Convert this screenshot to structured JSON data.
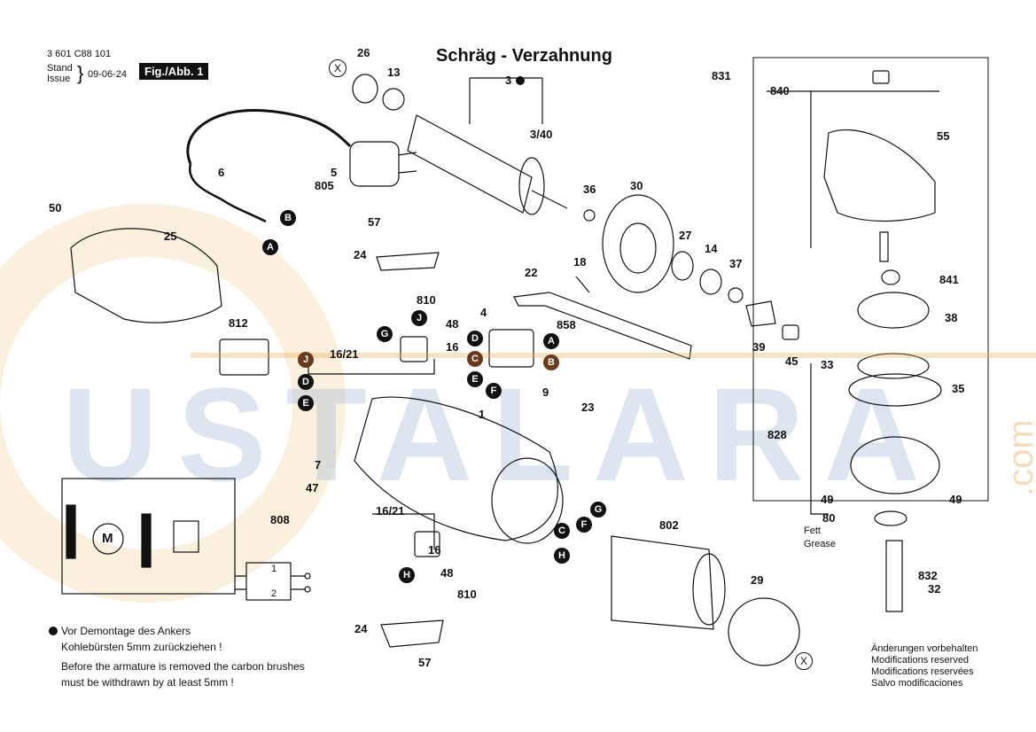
{
  "header": {
    "part_number": "3 601 C88 101",
    "stand": "Stand",
    "issue": "Issue",
    "date": "09-06-24",
    "figure": "Fig./Abb. 1"
  },
  "title": "Schräg - Verzahnung",
  "part_labels": {
    "p26": "26",
    "p13": "13",
    "p3": "3",
    "p3_40": "3/40",
    "p6": "6",
    "p5": "5",
    "p805": "805",
    "p50": "50",
    "p25": "25",
    "p57a": "57",
    "p24a": "24",
    "p810a": "810",
    "p48a": "48",
    "p16a": "16",
    "p16_21a": "16/21",
    "p812": "812",
    "p4": "4",
    "p858": "858",
    "p22": "22",
    "p18": "18",
    "p36": "36",
    "p30": "30",
    "p27": "27",
    "p14": "14",
    "p37": "37",
    "p39": "39",
    "p45": "45",
    "p1": "1",
    "p9": "9",
    "p23": "23",
    "p7": "7",
    "p47": "47",
    "p808": "808",
    "p16_21b": "16/21",
    "p16b": "16",
    "p48b": "48",
    "p810b": "810",
    "p24b": "24",
    "p57b": "57",
    "p802": "802",
    "p29": "29",
    "p831": "831",
    "p840": "840",
    "p55": "55",
    "p841": "841",
    "p38": "38",
    "p33": "33",
    "p35": "35",
    "p828": "828",
    "p49a": "49",
    "p49b": "49",
    "p80": "80",
    "p832": "832",
    "p32": "32",
    "sw1": "1",
    "sw2": "2"
  },
  "markers": {
    "B1": "B",
    "A1": "A",
    "J1": "J",
    "D1": "D",
    "E1": "E",
    "G1": "G",
    "J2": "J",
    "D2": "D",
    "A2": "A",
    "C1": "C",
    "B2": "B",
    "E2": "E",
    "F1": "F",
    "G2": "G",
    "C2": "C",
    "F2": "F",
    "H1": "H",
    "H2": "H",
    "X1": "X",
    "X2": "X"
  },
  "motor_symbol": "M",
  "grease": {
    "line1": "Fett",
    "line2": "Grease"
  },
  "notes": {
    "de_line1": "Vor Demontage des Ankers",
    "de_line2": "Kohlebürsten 5mm zurückziehen !",
    "en_line1": "Before the armature is removed the carbon brushes",
    "en_line2": "must be withdrawn by at least 5mm !"
  },
  "modifications": {
    "de": "Änderungen vorbehalten",
    "en": "Modifications reserved",
    "fr": "Modifications reservées",
    "es": "Salvo modificaciones"
  },
  "watermark": {
    "main": "USTALARA",
    "com": ".com"
  },
  "colors": {
    "ink": "#111111",
    "watermark_blue": "#9fb9d6",
    "watermark_orange": "#f0c890",
    "marker_brown": "#6b3a1a"
  }
}
